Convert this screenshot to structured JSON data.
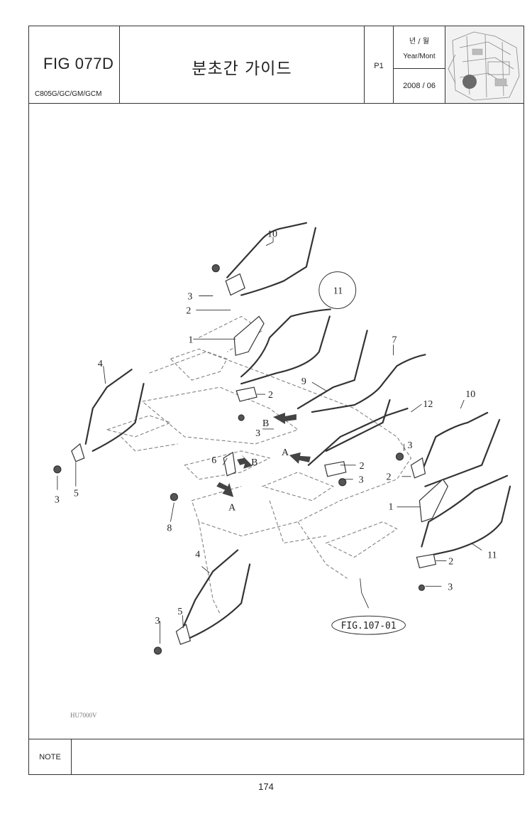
{
  "header": {
    "fig_code": "FIG 077D",
    "model": "C805G/GC/GM/GCM",
    "title": "분초간 가이드",
    "page_label": "P1",
    "year_month_ko": "년 / 월",
    "year_month_en": "Year/Mont",
    "date": "2008 / 06"
  },
  "drawing": {
    "callouts": [
      "10",
      "11",
      "3",
      "2",
      "1",
      "7",
      "9",
      "2",
      "3",
      "B",
      "4",
      "12",
      "10",
      "A",
      "2",
      "3",
      "6",
      "B",
      "3",
      "2",
      "1",
      "8",
      "A",
      "5",
      "3",
      "11",
      "4",
      "2",
      "3",
      "5",
      "3"
    ],
    "reference": "FIG.107-01",
    "drawing_code": "HU7000V"
  },
  "note": {
    "label": "NOTE"
  },
  "page_number": "174"
}
